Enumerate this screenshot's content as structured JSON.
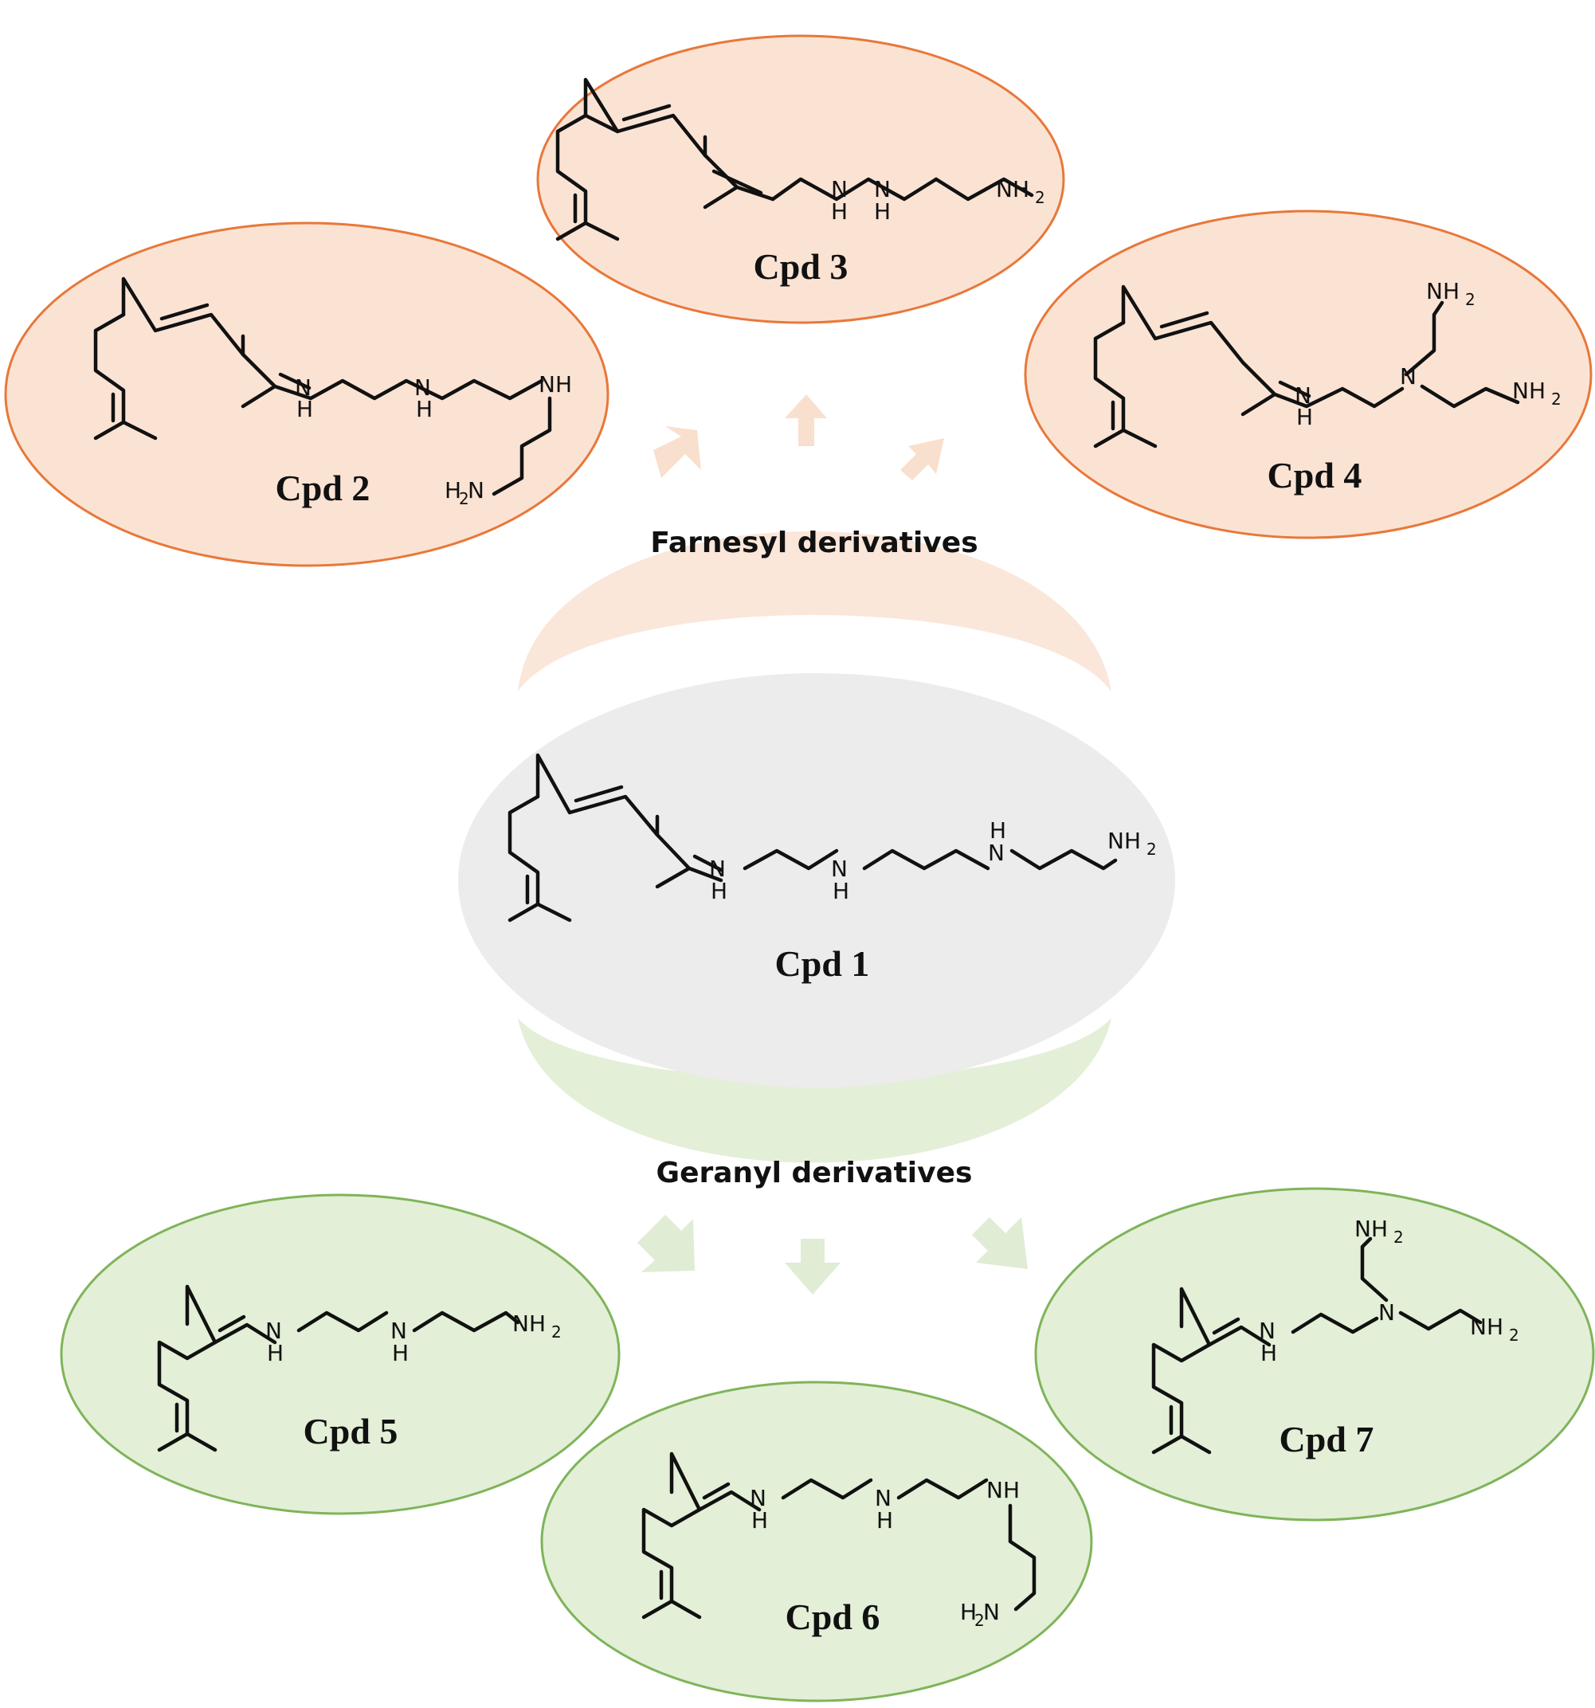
{
  "colors": {
    "farnesyl_fill": "#fbe3d4",
    "farnesyl_stroke": "#e8783a",
    "farnesyl_arc": "#fbe6da",
    "geranyl_fill": "#e3efd7",
    "geranyl_stroke": "#7fb45a",
    "geranyl_arc": "#e4efd8",
    "center_fill": "#ececec",
    "arrow_farnesyl": "#f9dfcd",
    "arrow_geranyl": "#e0ecd4"
  },
  "groups": {
    "farnesyl": "Farnesyl derivatives",
    "geranyl": "Geranyl derivatives"
  },
  "compounds": {
    "cpd1": {
      "label": "Cpd  1",
      "scaffold": "farnesyl"
    },
    "cpd2": {
      "label": "Cpd  2",
      "scaffold": "farnesyl"
    },
    "cpd3": {
      "label": "Cpd  3",
      "scaffold": "farnesyl"
    },
    "cpd4": {
      "label": "Cpd  4",
      "scaffold": "farnesyl"
    },
    "cpd5": {
      "label": "Cpd  5",
      "scaffold": "geranyl"
    },
    "cpd6": {
      "label": "Cpd  6",
      "scaffold": "geranyl"
    },
    "cpd7": {
      "label": "Cpd  7",
      "scaffold": "geranyl"
    }
  },
  "atoms": {
    "nh": "N",
    "h": "H",
    "nh2": "NH",
    "h2n": "H",
    "n": "N",
    "sub2": "2"
  }
}
